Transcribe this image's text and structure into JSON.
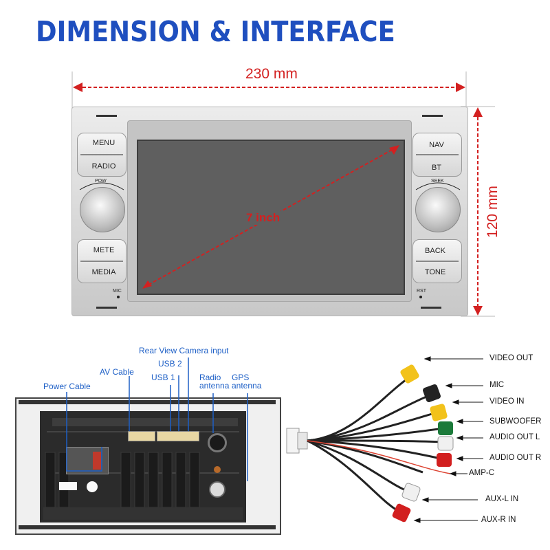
{
  "header": {
    "title": "DIMENSION & INTERFACE"
  },
  "dimensions": {
    "width": "230 mm",
    "height": "120 mm",
    "screen": "7 inch"
  },
  "panel": {
    "left_buttons": [
      "MENU",
      "RADIO",
      "METE",
      "MEDIA"
    ],
    "right_buttons": [
      "NAV",
      "BT",
      "BACK",
      "TONE"
    ],
    "left_knob_label": "POW",
    "right_knob_label": "SEEK",
    "mic_label": "MIC",
    "rst_label": "RST"
  },
  "interface": {
    "power_cable": "Power Cable",
    "av_cable": "AV Cable",
    "rear_camera": "Rear View Camera input",
    "usb2": "USB 2",
    "usb1": "USB 1",
    "radio_antenna": [
      "Radio",
      "antenna"
    ],
    "gps_antenna": [
      "GPS",
      "antenna"
    ]
  },
  "cables": [
    "VIDEO OUT",
    "MIC",
    "VIDEO IN",
    "SUBWOOFER",
    "AUDIO OUT L",
    "AUDIO OUT R",
    "AMP-C",
    "AUX-L IN",
    "AUX-R IN"
  ],
  "colors": {
    "title": "#1f4fbf",
    "dimension": "#d32020",
    "label_blue": "#1d5fc6"
  }
}
